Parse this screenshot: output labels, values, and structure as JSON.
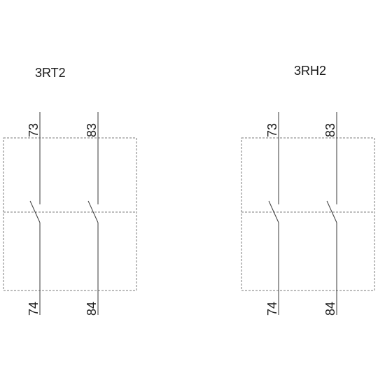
{
  "blocks": [
    {
      "title": "3RT2",
      "contacts": [
        {
          "top_terminal": "73",
          "bottom_terminal": "74"
        },
        {
          "top_terminal": "83",
          "bottom_terminal": "84"
        }
      ]
    },
    {
      "title": "3RH2",
      "contacts": [
        {
          "top_terminal": "73",
          "bottom_terminal": "74"
        },
        {
          "top_terminal": "83",
          "bottom_terminal": "84"
        }
      ]
    }
  ]
}
